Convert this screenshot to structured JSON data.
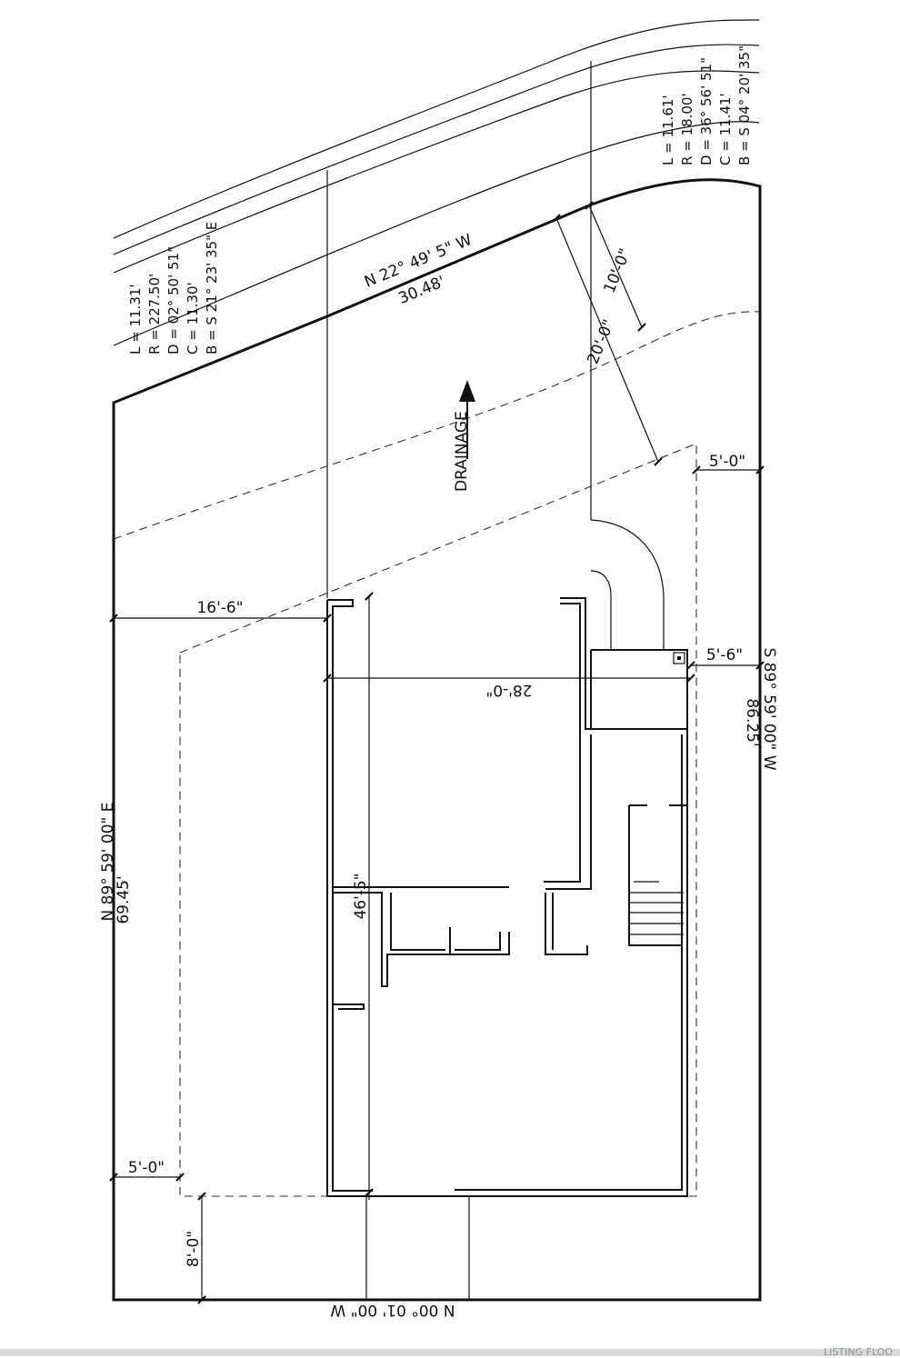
{
  "labels": {
    "top_bearing": "N 22° 49' 5\" W",
    "top_length": "30.48'",
    "drainage": "DRAINAGE",
    "left_setback": "16'-6\"",
    "house_width": "28'-0\"",
    "house_depth": "46'-5\"",
    "left_bearing": "N 89° 59' 00\" E",
    "left_length": "69.45'",
    "right_bearing": "S 89° 59' 00\" W",
    "right_length": "86.25'",
    "bottom_bearing": "N 00° 01' 00\" W",
    "setback_front": "20'-0\"",
    "setback_10": "10'-0\"",
    "right_setback_top": "5'-0\"",
    "right_setback_mid": "5'-6\"",
    "left_setback_bottom": "5'-0\"",
    "rear_setback": "8'-0\""
  },
  "curve_left": {
    "L": "L = 11.31'",
    "R": "R = 227.50'",
    "D": "D = 02° 50' 51\"",
    "C": "C = 11.30'",
    "B": "B = S 21° 23' 35\" E"
  },
  "curve_right": {
    "L": "L = 11.61'",
    "R": "R = 18.00'",
    "D": "D = 36° 56' 51\"",
    "C": "C = 11.41'",
    "B": "B = S 04° 20' 35\""
  },
  "watermark": "LISTING FLOO"
}
